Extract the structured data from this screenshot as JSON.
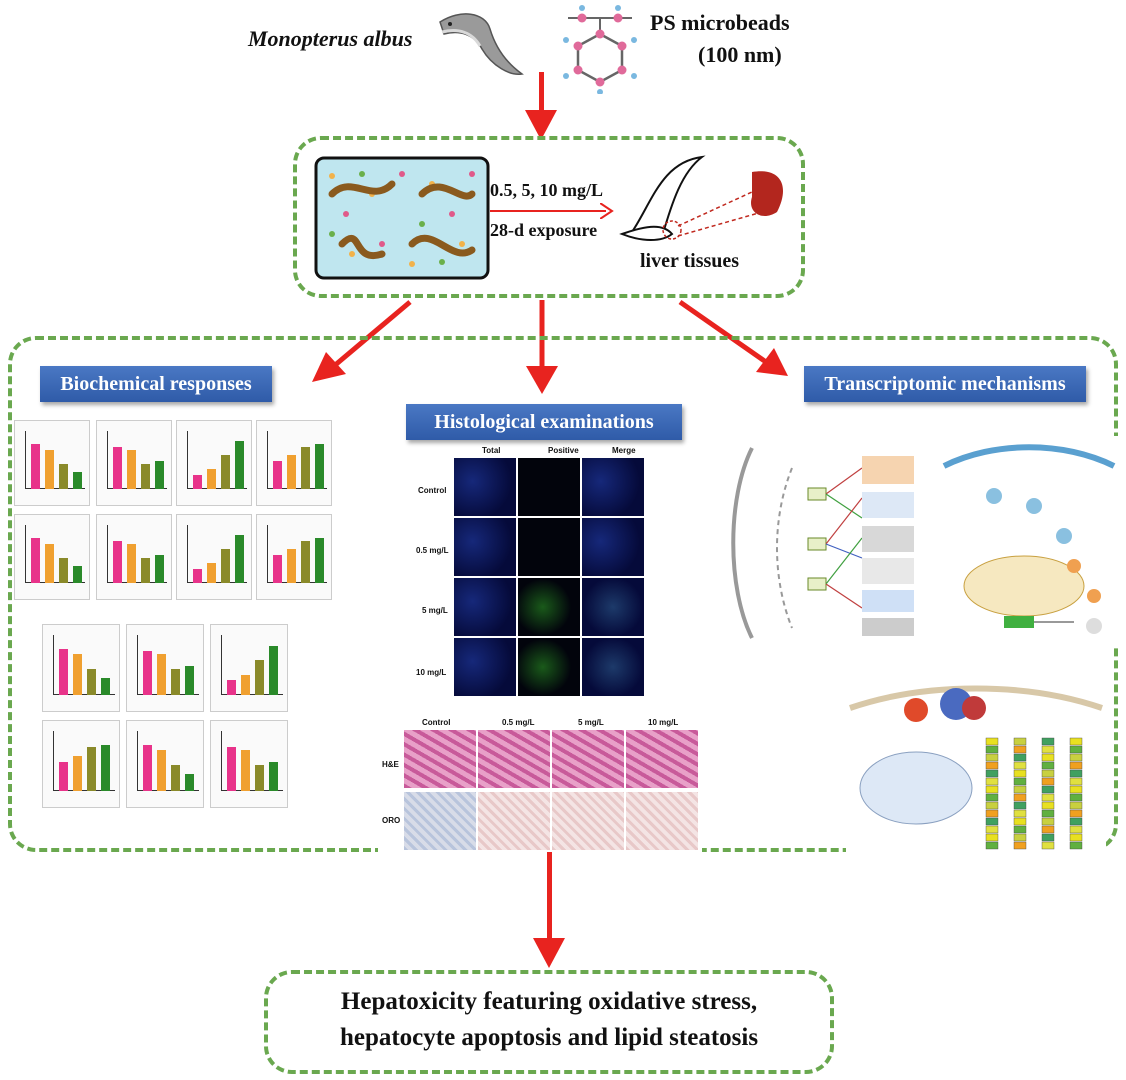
{
  "top": {
    "species": "Monopterus albus",
    "particle": "PS microbeads",
    "particle_size": "(100 nm)"
  },
  "exposure": {
    "concentrations": "0.5, 5, 10 mg/L",
    "duration": "28-d exposure",
    "tissue": "liver tissues"
  },
  "sections": {
    "biochemical": "Biochemical responses",
    "histological": "Histological examinations",
    "transcriptomic": "Transcriptomic mechanisms"
  },
  "histology": {
    "columns": [
      "Total",
      "Positive",
      "Merge"
    ],
    "rows": [
      "Control",
      "0.5 mg/L",
      "5 mg/L",
      "10 mg/L"
    ],
    "stain_columns": [
      "Control",
      "0.5 mg/L",
      "5 mg/L",
      "10 mg/L"
    ],
    "stain_rows": [
      "H&E",
      "ORO"
    ]
  },
  "conclusion": {
    "line1": "Hepatoxicity featuring oxidative stress,",
    "line2": "hepatocyte apoptosis and lipid steatosis"
  },
  "colors": {
    "arrow": "#e8231f",
    "dash": "#6aa84f",
    "banner": "#2f5ba8",
    "bar_pink": "#e8338a",
    "bar_orange": "#f0a030",
    "bar_olive": "#8a8a2a",
    "bar_green": "#2a8a2a"
  }
}
